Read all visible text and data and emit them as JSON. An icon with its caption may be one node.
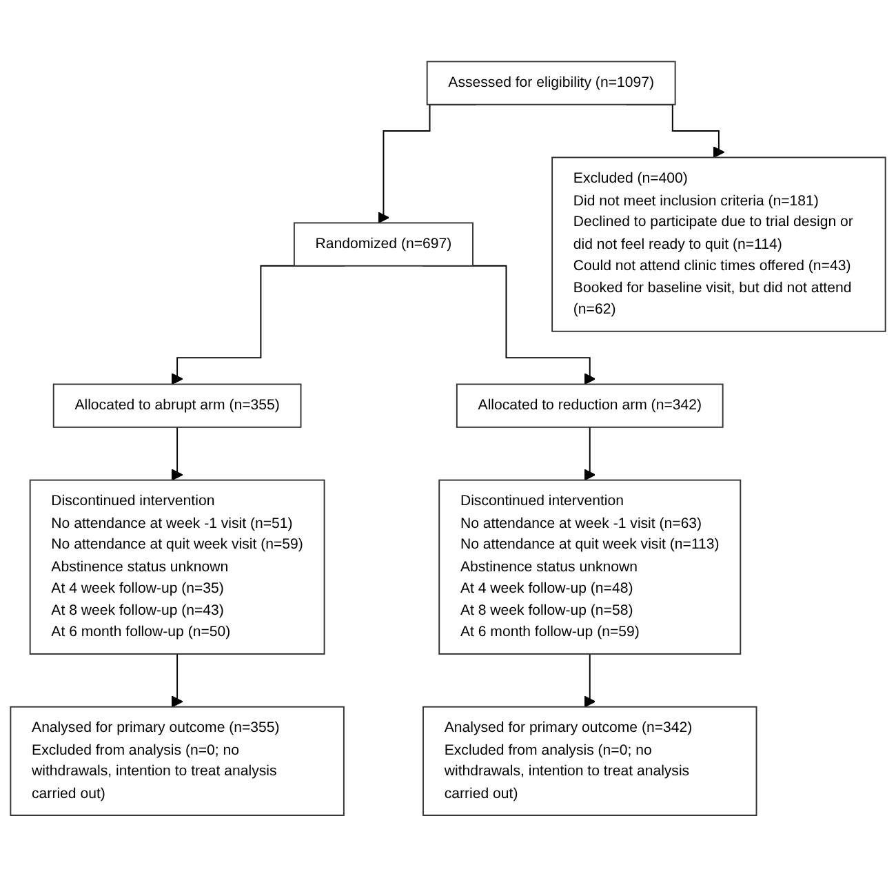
{
  "diagram": {
    "nodes": [
      {
        "text": [
          "Assessed for eligibility (n=1097)"
        ]
      },
      {
        "text": [
          "Excluded (n=400)",
          "Did not meet inclusion criteria (n=181)",
          "Declined to participate due to trial design or did not feel ready to quit (n=114)",
          "Could not attend clinic times offered (n=43)",
          "Booked for baseline visit, but did not attend (n=62)"
        ]
      },
      {
        "text": [
          "Randomized (n=697)"
        ]
      },
      {
        "text": [
          "Allocated to abrupt arm (n=355)"
        ]
      },
      {
        "text": [
          "Allocated to reduction arm (n=342)"
        ]
      },
      {
        "text": [
          "Discontinued intervention",
          "No attendance at week -1 visit (n=51)",
          "No attendance at quit week visit (n=59)",
          "Abstinence status unknown",
          "At 4 week follow-up (n=35)",
          "At 8 week follow-up (n=43)",
          "At 6 month follow-up (n=50)"
        ]
      },
      {
        "text": [
          "Discontinued intervention",
          "No attendance at week -1 visit (n=63)",
          "No attendance at quit week visit (n=113)",
          "Abstinence status unknown",
          "At 4 week follow-up (n=48)",
          "At 8 week follow-up (n=58)",
          "At 6 month follow-up (n=59)"
        ]
      },
      {
        "text": [
          "Analysed for primary outcome (n=355)",
          "Excluded from analysis (n=0; no withdrawals, intention to treat analysis carried out)"
        ]
      },
      {
        "text": [
          "Analysed for primary outcome (n=342)",
          "Excluded from analysis (n=0; no withdrawals, intention to treat analysis carried out)"
        ]
      }
    ],
    "edges": [
      {
        "from": 0,
        "to": 2,
        "arrow": "to"
      },
      {
        "from": 0,
        "to": 1,
        "arrow": "to"
      },
      {
        "from": 2,
        "to": 3,
        "arrow": "to"
      },
      {
        "from": 2,
        "to": 4,
        "arrow": "to"
      },
      {
        "from": 3,
        "to": 5,
        "arrow": "to"
      },
      {
        "from": 4,
        "to": 6,
        "arrow": "to"
      },
      {
        "from": 5,
        "to": 7,
        "arrow": "to"
      },
      {
        "from": 6,
        "to": 8,
        "arrow": "to"
      }
    ]
  }
}
